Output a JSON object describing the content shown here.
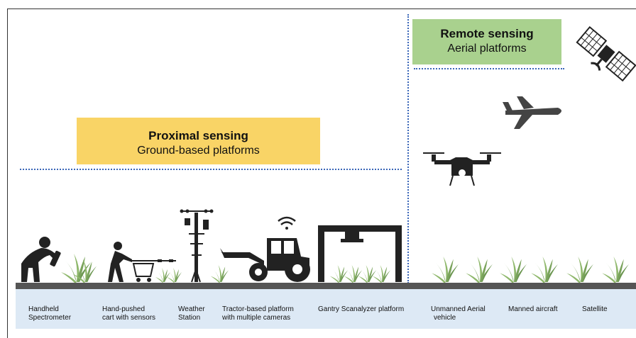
{
  "proximal": {
    "title": "Proximal sensing",
    "subtitle": "Ground-based platforms"
  },
  "remote": {
    "title": "Remote sensing",
    "subtitle": "Aerial platforms"
  },
  "labels": {
    "handheld_l1": "Handheld",
    "handheld_l2": "Spectrometer",
    "cart_l1": "Hand-pushed",
    "cart_l2": "cart with sensors",
    "weather_l1": "Weather",
    "weather_l2": "Station",
    "tractor_l1": "Tractor-based platform",
    "tractor_l2": "with multiple cameras",
    "gantry": "Gantry Scanalyzer platform",
    "uav_l1": "Unmanned Aerial",
    "uav_l2": "vehicle",
    "manned": "Manned aircraft",
    "satellite": "Satellite"
  },
  "colors": {
    "proximal_box": "#f9d466",
    "remote_box": "#a9d18e",
    "ground": "#555555",
    "label_bar": "#dde9f5",
    "divider": "#3a66b8",
    "plant": "#7aa35c",
    "icon": "#222222"
  },
  "icons": [
    "person-spectrometer-icon",
    "cart-push-icon",
    "weather-station-icon",
    "tractor-icon",
    "wifi-icon",
    "gantry-icon",
    "drone-icon",
    "airplane-icon",
    "satellite-icon",
    "plant-icon"
  ]
}
